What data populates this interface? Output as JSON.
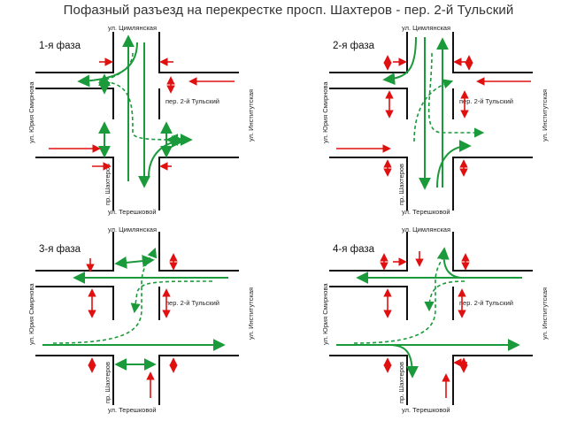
{
  "title": "Пофазный разъезд на перекрестке просп. Шахтеров - пер. 2-й Тульский",
  "colors": {
    "road": "#111111",
    "green_arrow": "#1a9a3a",
    "red_arrow": "#e01010"
  },
  "streets": {
    "north": "ул. Цимлянская",
    "south": "ул. Терешковой",
    "west": "ул. Юрия Смирнова",
    "east": "ул. Институтская",
    "east_lane": "пер. 2-й Тульский",
    "south_lane": "пр. Шахтеров"
  },
  "phases": [
    {
      "label": "1-я фаза"
    },
    {
      "label": "2-я фаза"
    },
    {
      "label": "3-я фаза"
    },
    {
      "label": "4-я фаза"
    }
  ]
}
